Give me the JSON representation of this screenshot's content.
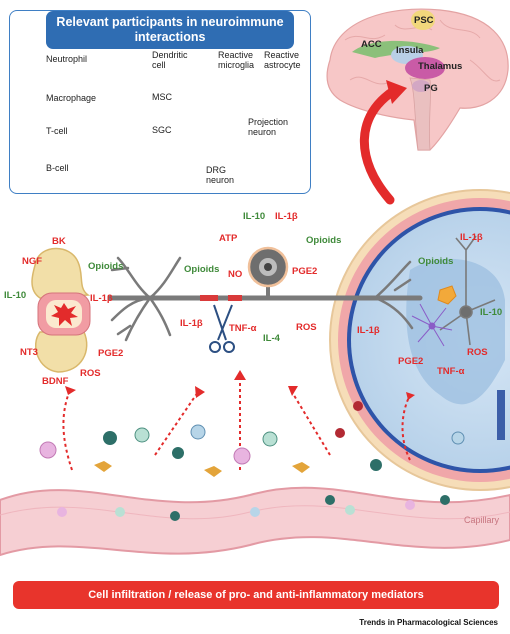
{
  "legend": {
    "title": "Relevant participants in neuroimmune interactions",
    "items": {
      "neutrophil": "Neutrophil",
      "dendritic": "Dendritic cell",
      "microglia": "Reactive microglia",
      "astrocyte": "Reactive astrocyte",
      "macrophage": "Macrophage",
      "msc": "MSC",
      "tcell": "T-cell",
      "sgc": "SGC",
      "projection": "Projection neuron",
      "bcell": "B-cell",
      "drg": "DRG neuron"
    }
  },
  "brain": {
    "psc": "PSC",
    "acc": "ACC",
    "insula": "Insula",
    "thalamus": "Thalamus",
    "pg": "PG"
  },
  "joint": {
    "bk": "BK",
    "ngf": "NGF",
    "il10": "IL-10",
    "il1b": "IL-1β",
    "opioids": "Opioids",
    "nt3": "NT3",
    "pge2": "PGE2",
    "ros": "ROS",
    "bdnf": "BDNF"
  },
  "nerve": {
    "opioids": "Opioids",
    "atp": "ATP",
    "il10": "IL-10",
    "il1b_top": "IL-1β",
    "opioids_r": "Opioids",
    "no": "NO",
    "pge2": "PGE2",
    "il1b_bottom": "IL-1β",
    "tnfa": "TNF-α",
    "ros": "ROS",
    "il4": "IL-4"
  },
  "spinal": {
    "il1b_top": "IL-1β",
    "opioids": "Opioids",
    "il10": "IL-10",
    "il1b_left": "IL-1β",
    "pge2": "PGE2",
    "ros": "ROS",
    "tnfa": "TNF-α"
  },
  "capillary_label": "Capillary",
  "banner": "Cell infiltration / release of pro- and anti-inflammatory mediators",
  "footer": "Trends in Pharmacological Sciences",
  "colors": {
    "accent_blue": "#2f6db3",
    "banner_red": "#e8342c",
    "pro_red": "#e32b2b",
    "anti_green": "#3f8a3a"
  }
}
